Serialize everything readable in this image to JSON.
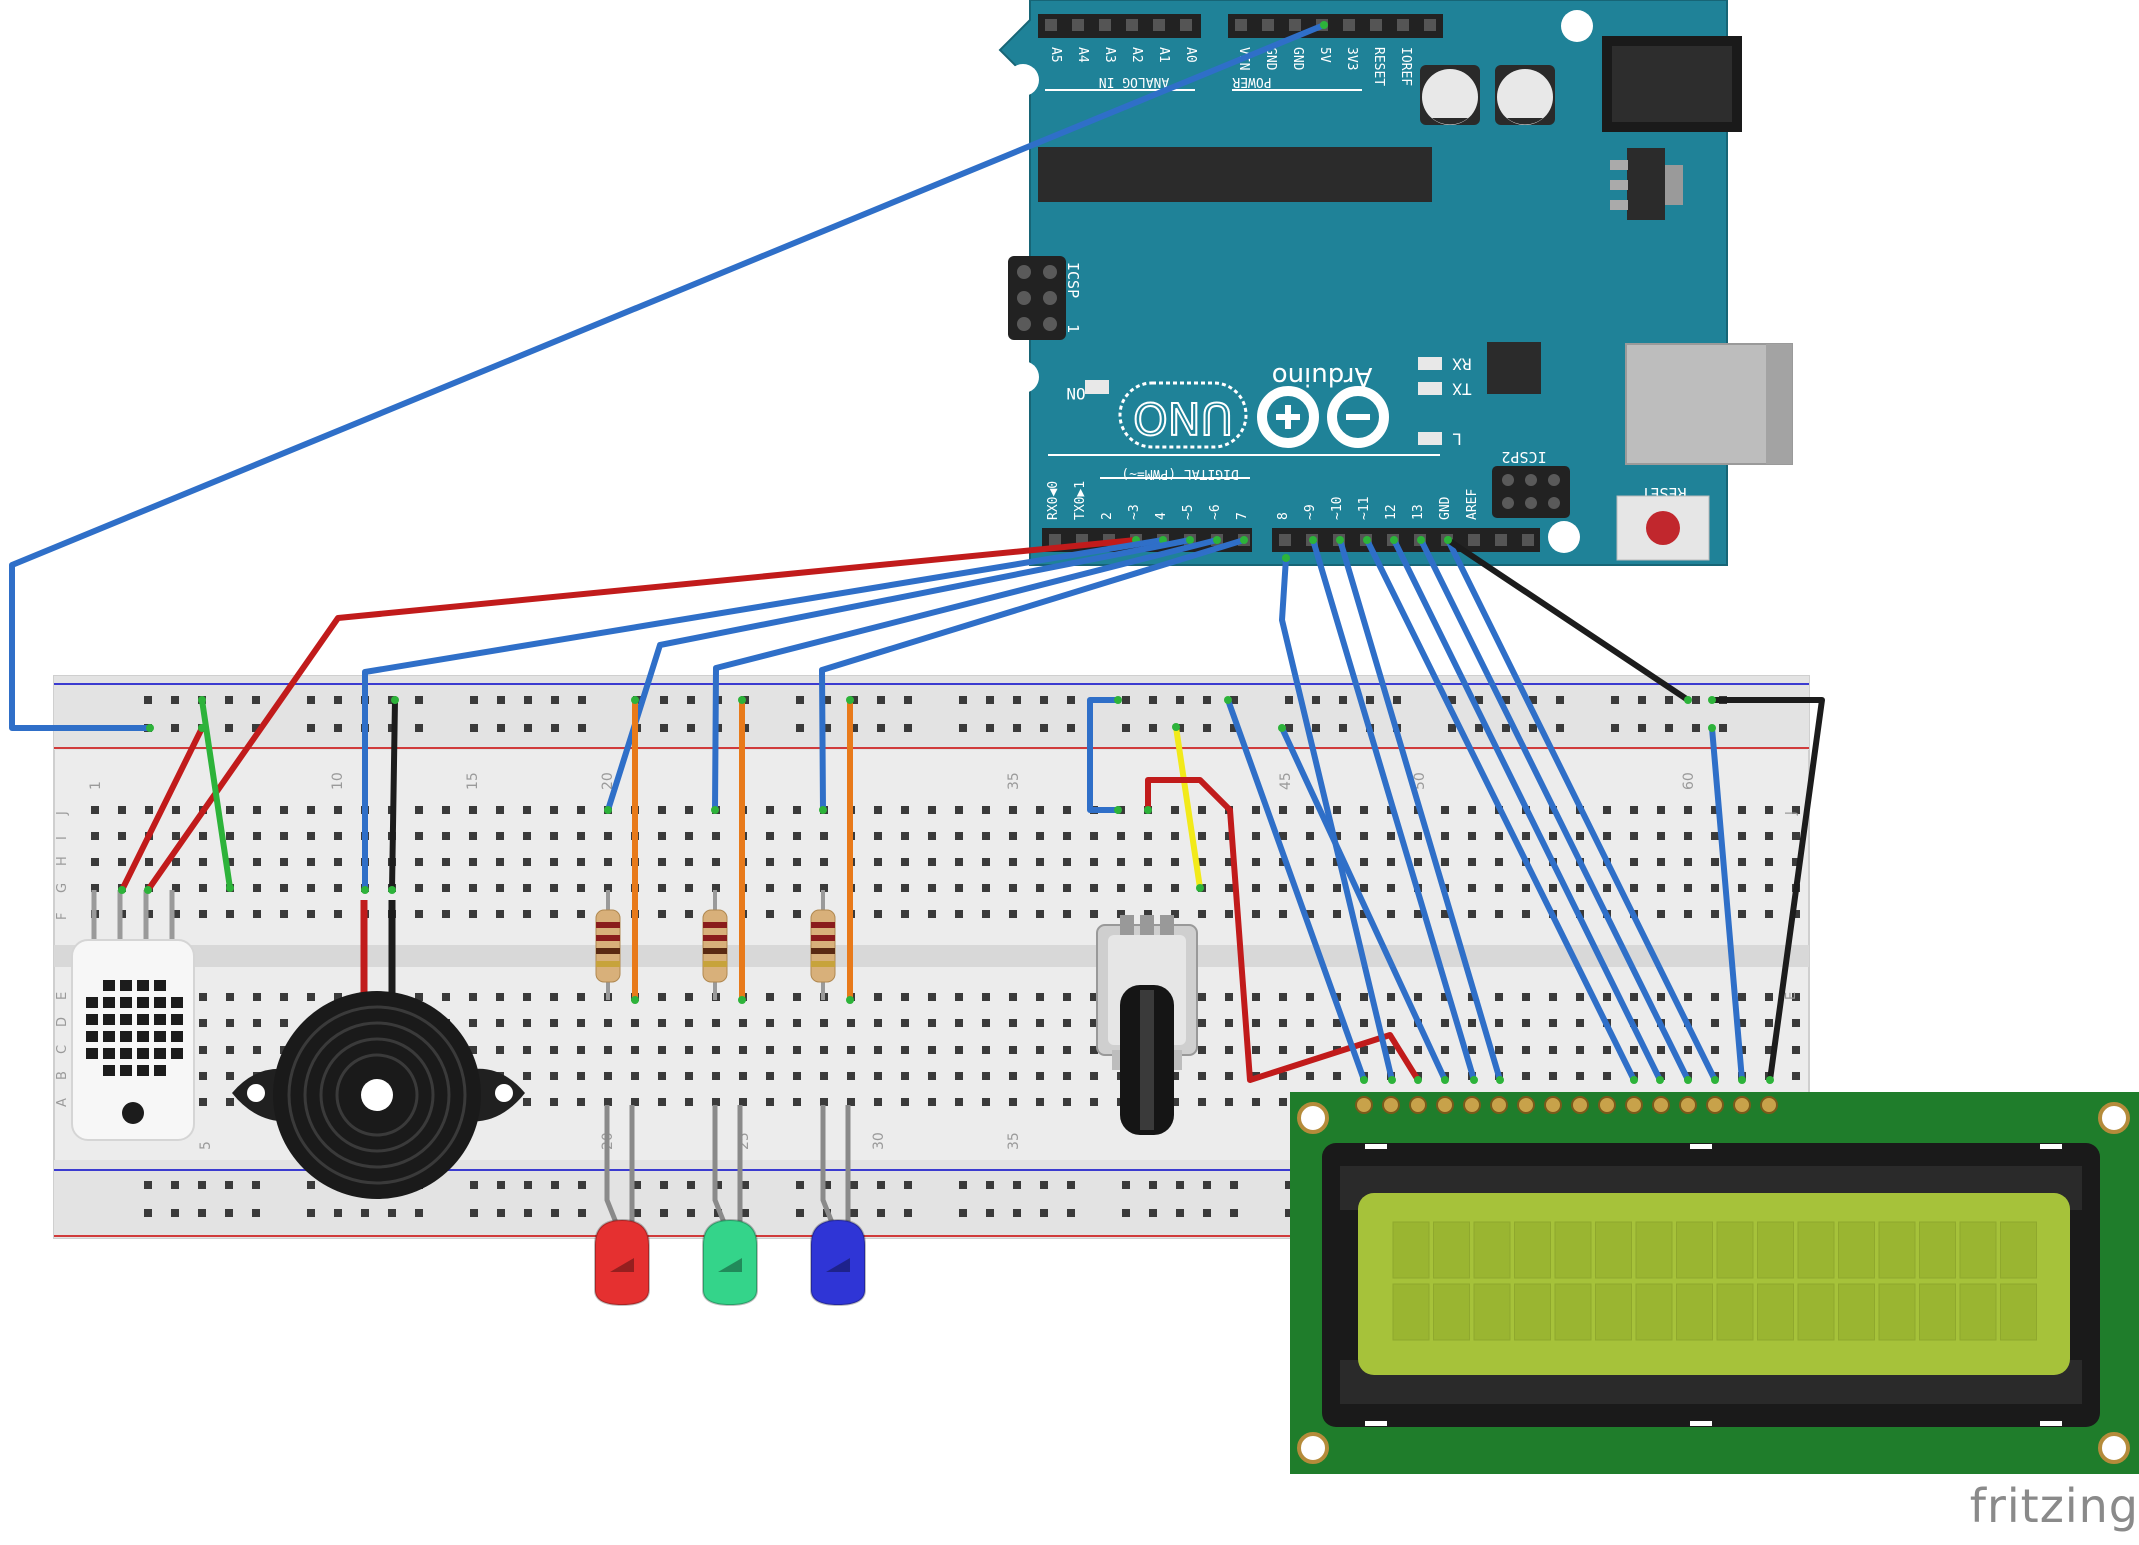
{
  "board": {
    "brand": "Arduino",
    "model": "UNO",
    "analog_header": "ANALOG IN",
    "analog_pins": [
      "A5",
      "A4",
      "A3",
      "A2",
      "A1",
      "A0"
    ],
    "power_header": "POWER",
    "power_pins": [
      "VIN",
      "GND",
      "GND",
      "5V",
      "3V3",
      "RESET",
      "IOREF"
    ],
    "digital_header": "DIGITAL (PWM=~)",
    "digital_pins_low": [
      "RX0◀0",
      "TX0▶1",
      "2",
      "~3",
      "4",
      "~5",
      "~6",
      "7"
    ],
    "digital_pins_high": [
      "8",
      "~9",
      "~10",
      "~11",
      "12",
      "13",
      "GND",
      "AREF"
    ],
    "icsp": "ICSP",
    "icsp2": "ICSP2",
    "icsp_pin": "1",
    "on": "ON",
    "rx": "RX",
    "tx": "TX",
    "l": "L",
    "reset": "RESET"
  },
  "breadboard": {
    "col_labels_top": [
      "1",
      "10",
      "15",
      "20",
      "35",
      "45",
      "50",
      "60"
    ],
    "col_labels_bottom": [
      "5",
      "20",
      "25",
      "30",
      "35"
    ],
    "row_labels_top": [
      "J",
      "I",
      "H",
      "G",
      "F"
    ],
    "row_labels_bottom": [
      "E",
      "D",
      "C",
      "B",
      "A"
    ]
  },
  "watermark": "fritzing",
  "colors": {
    "board": "#1f8298",
    "wire_blue": "#2f6fc8",
    "wire_red": "#c11b1b",
    "wire_black": "#1c1c1c",
    "wire_green": "#2db33a",
    "wire_yellow": "#f2ea1a",
    "wire_orange": "#e87a1a",
    "lcd_pcb": "#1f7d2b",
    "lcd_screen": "#a6c23a",
    "led_red": "#e53030",
    "led_green": "#34d48a",
    "led_blue": "#2f35d6"
  }
}
